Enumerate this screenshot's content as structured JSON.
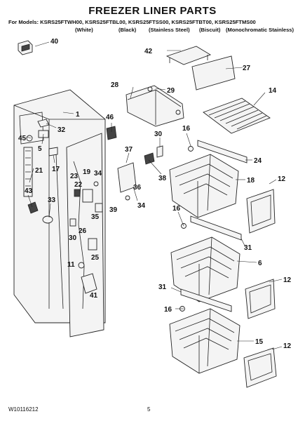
{
  "header": {
    "title": "FREEZER LINER PARTS",
    "models_line": "For Models: KSRS25FTWH00, KSRS25FTBL00, KSRS25FTSS00, KSRS25FTBT00, KSRS25FTMS00",
    "variants": [
      "(White)",
      "(Black)",
      "(Stainless Steel)",
      "(Biscuit)",
      "(Monochromatic Stainless)"
    ]
  },
  "footer": {
    "doc_number": "W10116212",
    "page_number": "5"
  },
  "callouts": [
    "40",
    "1",
    "32",
    "45",
    "5",
    "17",
    "21",
    "43",
    "33",
    "46",
    "28",
    "29",
    "42",
    "27",
    "14",
    "30",
    "16",
    "24",
    "12",
    "18",
    "37",
    "23",
    "19",
    "34",
    "22",
    "36",
    "38",
    "39",
    "26",
    "35",
    "25",
    "11",
    "41",
    "31",
    "6",
    "15"
  ]
}
